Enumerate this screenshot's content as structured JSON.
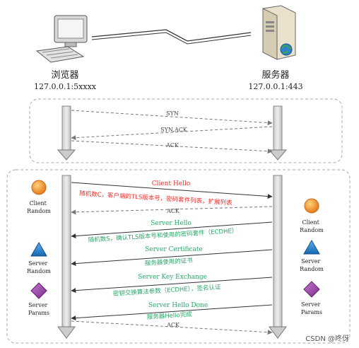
{
  "client": {
    "label": "浏览器",
    "address": "127.0.0.1:5xxxx"
  },
  "server": {
    "label": "服务器",
    "address": "127.0.0.1:443"
  },
  "handshake_tcp": {
    "syn": "SYN",
    "synack": "SYN,ACK",
    "ack": "ACK"
  },
  "tls": {
    "client_hello": {
      "title": "Client Hello",
      "desc": "随机数C，客户端的TLS版本号，密码套件列表，扩展列表"
    },
    "ack": "ACK",
    "server_hello": {
      "title": "Server Hello",
      "desc": "随机数S，确认TLS版本号和使用的密码套件（ECDHE）"
    },
    "server_certificate": {
      "title": "Server Certificate",
      "desc": "服务器使用的证书"
    },
    "server_key_exchange": {
      "title": "Server Key Exchange",
      "desc": "密钥交换算法参数（ECDHE），签名认证"
    },
    "server_hello_done": {
      "title": "Server Hello Done",
      "desc": "服务器Hello完成"
    },
    "final_ack": "ACK"
  },
  "legend_left": [
    {
      "label": "Client Random"
    },
    {
      "label": "Server Random"
    },
    {
      "label": "Server Params"
    }
  ],
  "legend_right": [
    {
      "label": "Client Random"
    },
    {
      "label": "Server Random"
    },
    {
      "label": "Server Params"
    }
  ],
  "watermark": "CSDN @咚伢",
  "colors": {
    "red": "#e8322d",
    "green": "#2aa86a",
    "arrow": "#444444",
    "client_random": "#f08a1c",
    "server_random": "#1e7fc8",
    "server_params": "#9b3a9b"
  }
}
